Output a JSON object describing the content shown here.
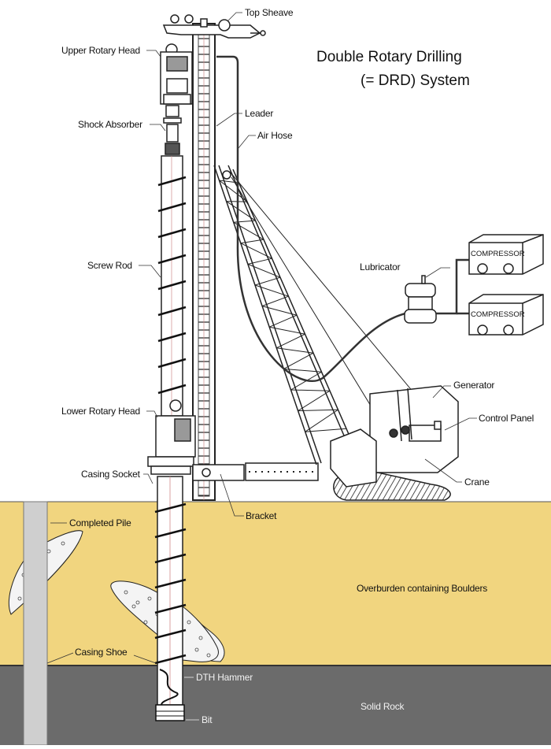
{
  "title": {
    "line1": "Double Rotary Drilling",
    "line2": "(= DRD) System"
  },
  "labels": {
    "top_sheave": "Top Sheave",
    "upper_rotary_head": "Upper Rotary Head",
    "shock_absorber": "Shock Absorber",
    "leader": "Leader",
    "air_hose": "Air Hose",
    "screw_rod": "Screw Rod",
    "lubricator": "Lubricator",
    "compressor_1": "COMPRESSOR",
    "compressor_2": "COMPRESSOR",
    "generator": "Generator",
    "control_panel": "Control Panel",
    "lower_rotary_head": "Lower Rotary Head",
    "casing_socket": "Casing Socket",
    "crane": "Crane",
    "bracket": "Bracket",
    "completed_pile": "Completed Pile",
    "overburden": "Overburden containing Boulders",
    "casing_shoe": "Casing Shoe",
    "dth_hammer": "DTH Hammer",
    "solid_rock": "Solid Rock",
    "bit": "Bit"
  },
  "colors": {
    "overburden": "#f1d57f",
    "solid_rock": "#6b6b6b",
    "completed_pile": "#cfcfcf",
    "boulder": "#f4f4f4",
    "line": "#1a1a1a"
  }
}
